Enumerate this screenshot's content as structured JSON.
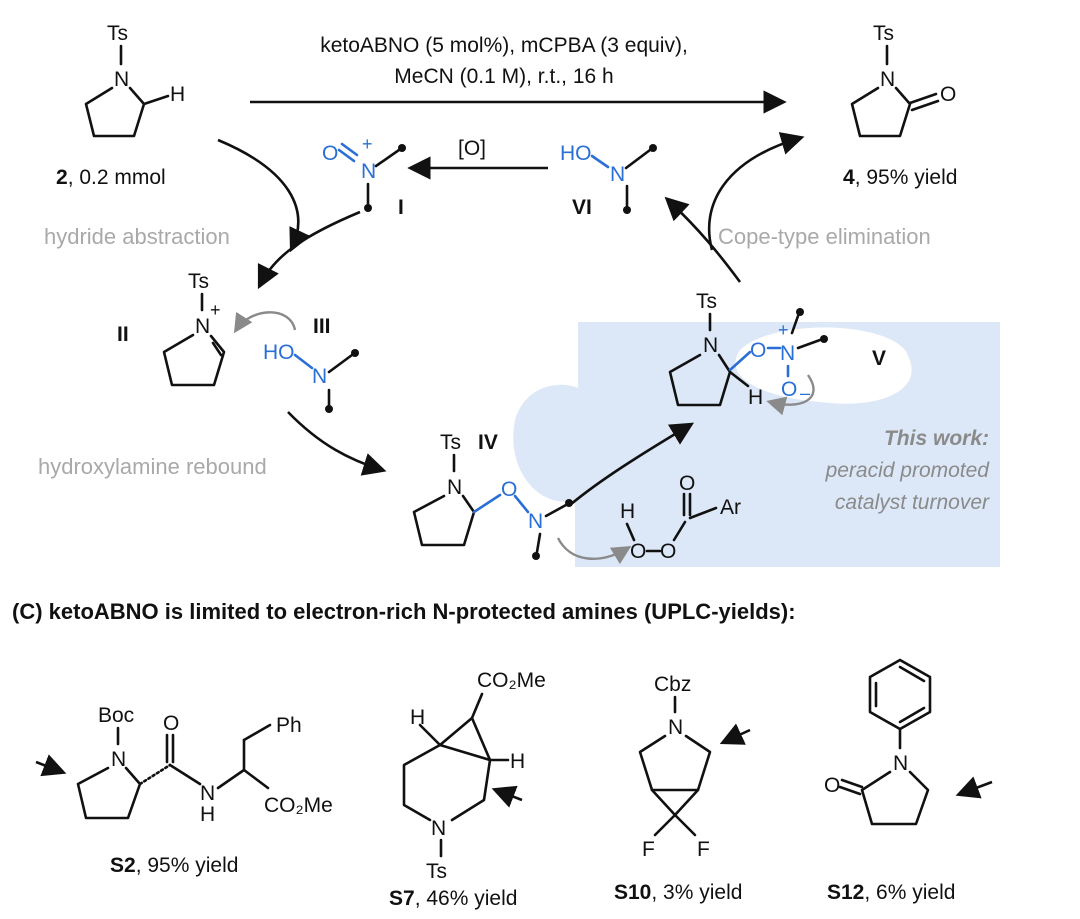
{
  "conditions": {
    "line1": "ketoABNO (5 mol%), mCPBA (3 equiv),",
    "line2": "MeCN (0.1 M), r.t., 16 h"
  },
  "compounds": {
    "c2_id": "2",
    "c2_text": ", 0.2 mmol",
    "c4_id": "4",
    "c4_text": ", 95% yield"
  },
  "species": {
    "I": "I",
    "II": "II",
    "III": "III",
    "IV": "IV",
    "V": "V",
    "VI": "VI"
  },
  "oxidation_label": "[O]",
  "steps": {
    "hydride": "hydride abstraction",
    "rebound": "hydroxylamine rebound",
    "cope": "Cope-type elimination"
  },
  "this_work": {
    "title": "This work:",
    "line2": "peracid promoted",
    "line3": "catalyst turnover"
  },
  "section_c": "(C) ketoABNO is limited to electron-rich N-protected amines (UPLC-yields):",
  "substrates": [
    {
      "id": "S2",
      "yield": ", 95% yield"
    },
    {
      "id": "S7",
      "yield": ", 46% yield"
    },
    {
      "id": "S10",
      "yield": ", 3% yield"
    },
    {
      "id": "S12",
      "yield": ", 6% yield"
    }
  ],
  "atoms": {
    "Ts": "Ts",
    "N": "N",
    "H": "H",
    "O": "O",
    "Ar": "Ar",
    "HO": "HO",
    "Boc": "Boc",
    "Cbz": "Cbz",
    "Ph": "Ph",
    "F": "F",
    "CO2Me": "CO₂Me",
    "plus": "+",
    "minus": "–"
  },
  "colors": {
    "accent": "#2a6fd6",
    "highlight": "#dce8f7",
    "grey_text": "#a9a9a9"
  }
}
